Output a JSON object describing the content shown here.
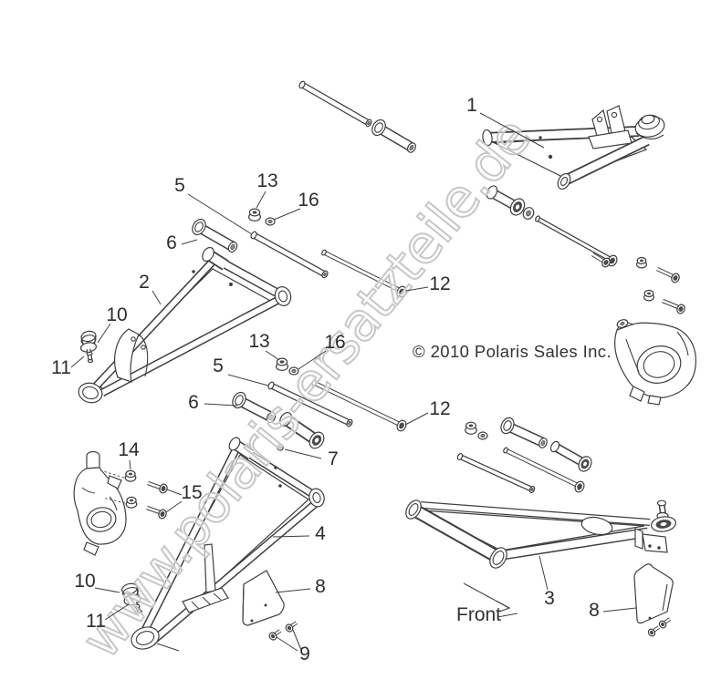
{
  "diagram": {
    "watermark": "www.polaris-ersatzteile.de",
    "copyright": "© 2010 Polaris Sales Inc.",
    "front_label": "Front",
    "callouts": {
      "1": "1",
      "2": "2",
      "3": "3",
      "4": "4",
      "5": "5",
      "6": "6",
      "7": "7",
      "8": "8",
      "9": "9",
      "10": "10",
      "11": "11",
      "12": "12",
      "13": "13",
      "14": "14",
      "15": "15",
      "16": "16"
    },
    "colors": {
      "line": "#3f3f3f",
      "label": "#2d2d2d",
      "watermark": "#c7c7c7",
      "background": "#ffffff"
    }
  }
}
